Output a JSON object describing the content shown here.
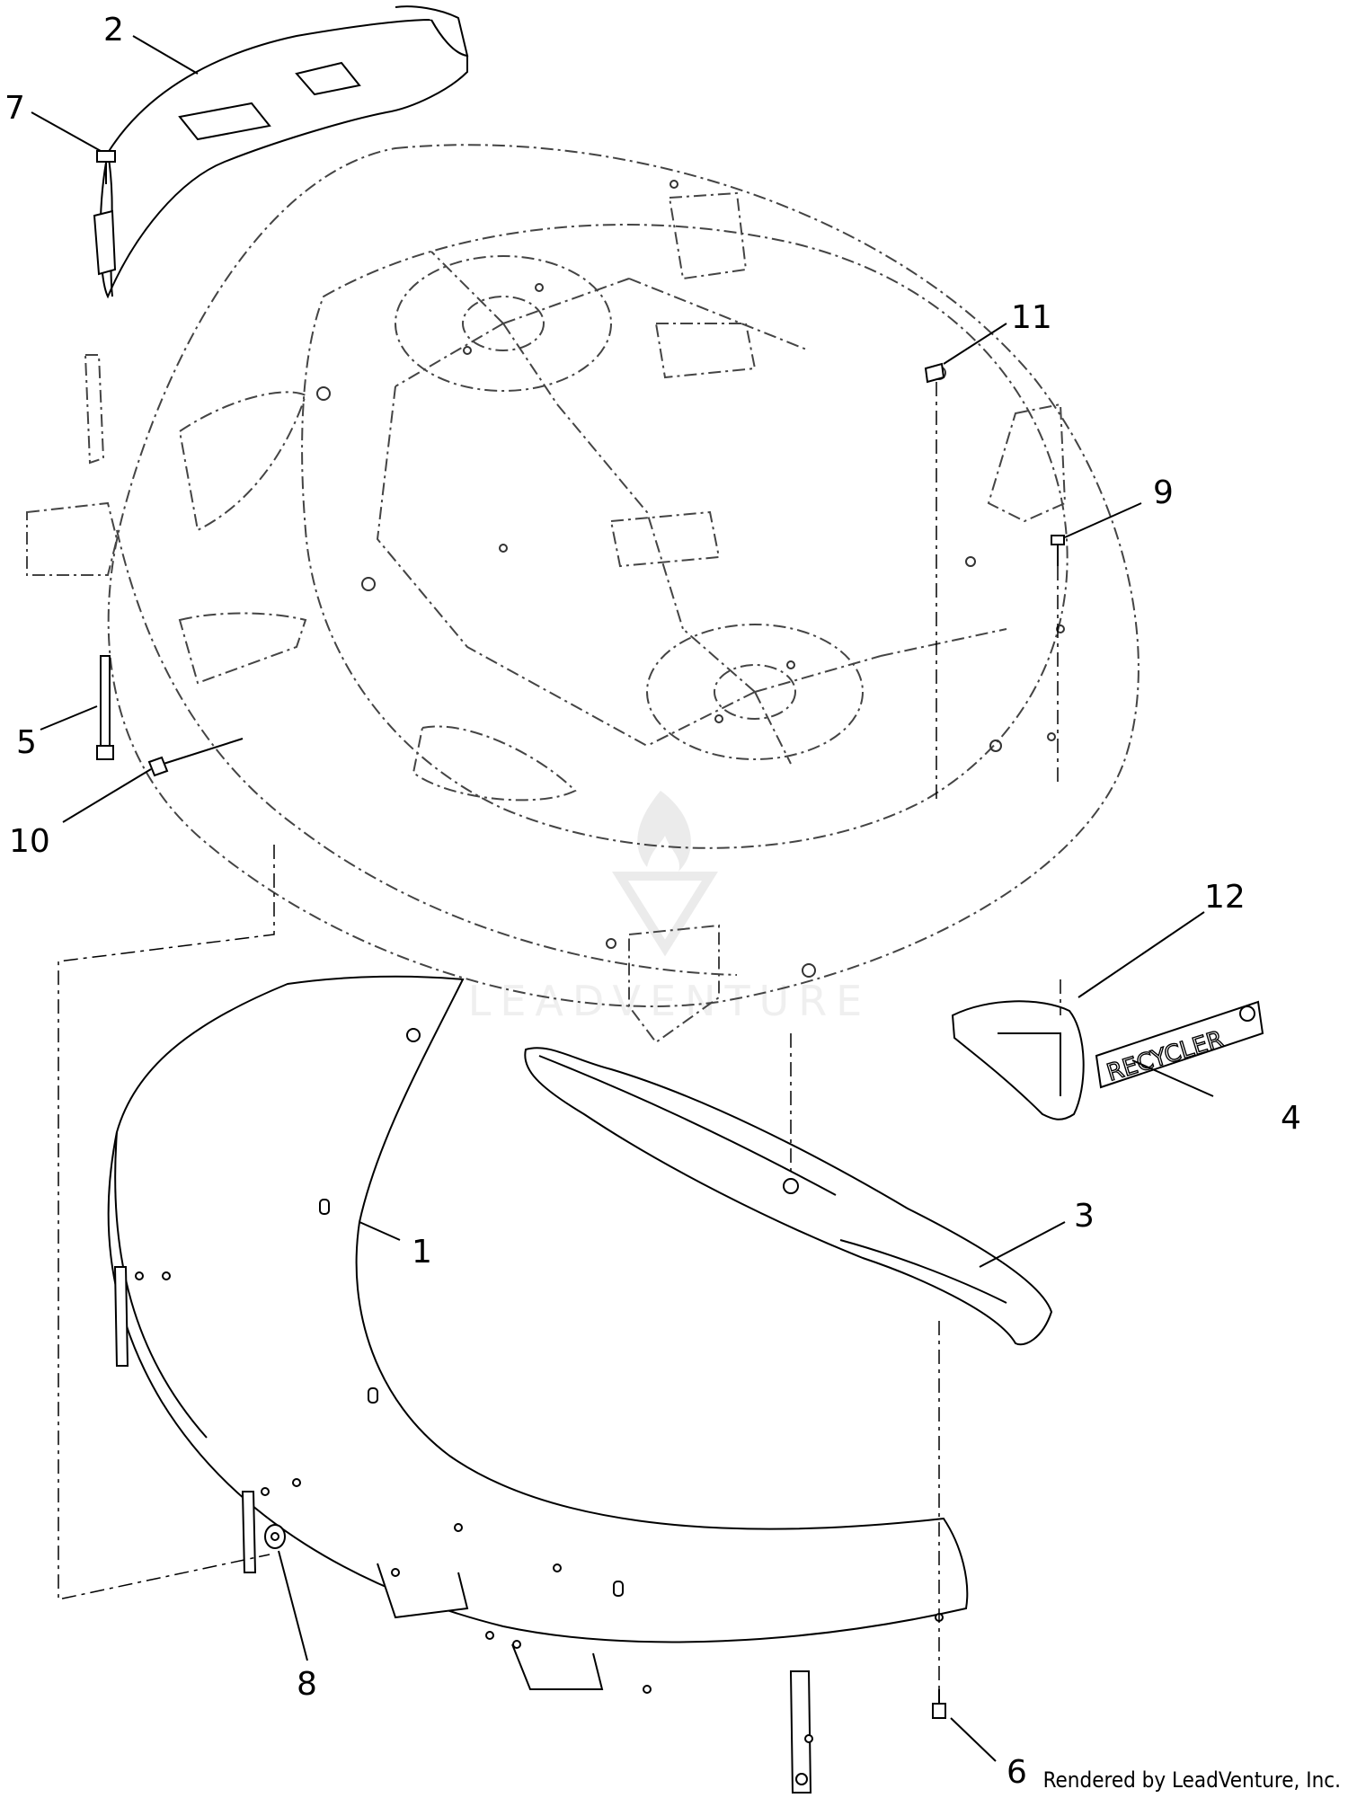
{
  "diagram": {
    "callouts": [
      {
        "id": "1",
        "label": "1"
      },
      {
        "id": "2",
        "label": "2"
      },
      {
        "id": "3",
        "label": "3"
      },
      {
        "id": "4",
        "label": "4"
      },
      {
        "id": "5",
        "label": "5"
      },
      {
        "id": "6",
        "label": "6"
      },
      {
        "id": "7",
        "label": "7"
      },
      {
        "id": "8",
        "label": "8"
      },
      {
        "id": "9",
        "label": "9"
      },
      {
        "id": "10",
        "label": "10"
      },
      {
        "id": "11",
        "label": "11"
      },
      {
        "id": "12",
        "label": "12"
      }
    ],
    "decal_text": "RECYCLER",
    "watermark_text": "LEADVENTURE",
    "footer_text": "Rendered by LeadVenture, Inc."
  },
  "colors": {
    "line": "#000000",
    "hidden_line": "#555555",
    "part_fill": "#ffffff",
    "watermark": "#e2e2e2"
  }
}
